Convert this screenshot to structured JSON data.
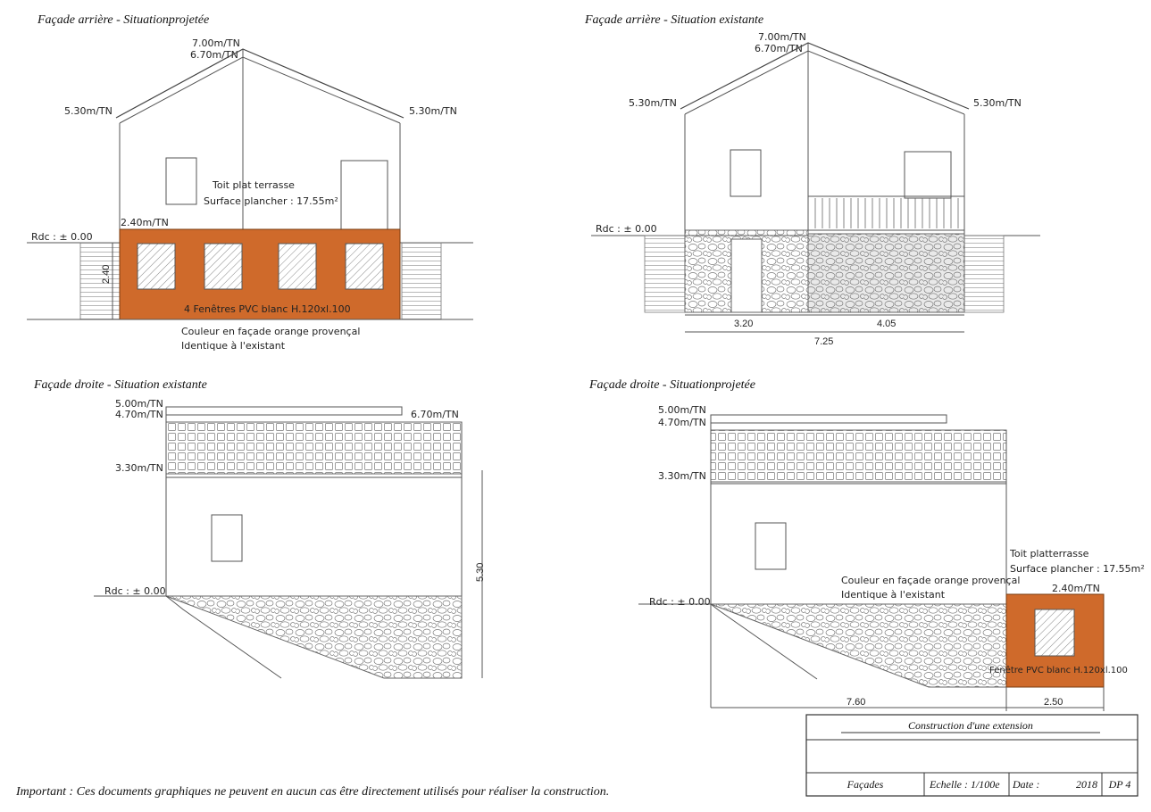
{
  "facade_arriere_projetee": {
    "title": "Façade arrière - Situationprojetée",
    "level_ridge": "7.00m/TN",
    "level_ridge2": "6.70m/TN",
    "level_left": "5.30m/TN",
    "level_right": "5.30m/TN",
    "level_extension": "2.40m/TN",
    "rdc": "Rdc : ± 0.00",
    "height_dim": "2.40",
    "roof_note_1": "Toit plat terrasse",
    "roof_note_2": "Surface plancher : 17.55m²",
    "windows_note": "4 Fenêtres PVC blanc H.120xl.100",
    "color_note_1": "Couleur en façade orange provençal",
    "color_note_2": "Identique à l'existant"
  },
  "facade_arriere_existante": {
    "title": "Façade arrière - Situation existante",
    "level_ridge": "7.00m/TN",
    "level_ridge2": "6.70m/TN",
    "level_left": "5.30m/TN",
    "level_right": "5.30m/TN",
    "rdc": "Rdc : ± 0.00",
    "dim_left": "3.20",
    "dim_right": "4.05",
    "dim_total": "7.25"
  },
  "facade_droite_existante": {
    "title": "Façade droite - Situation existante",
    "level_top": "5.00m/TN",
    "level_roof": "4.70m/TN",
    "level_right": "6.70m/TN",
    "level_mid": "3.30m/TN",
    "rdc": "Rdc : ± 0.00",
    "height_dim": "5.30"
  },
  "facade_droite_projetee": {
    "title": "Façade droite - Situationprojetée",
    "level_top": "5.00m/TN",
    "level_roof": "4.70m/TN",
    "level_mid": "3.30m/TN",
    "rdc": "Rdc : ± 0.00",
    "roof_note_1": "Toit platterrasse",
    "roof_note_2": "Surface plancher : 17.55m²",
    "level_extension": "2.40m/TN",
    "color_note_1": "Couleur en façade orange provençal",
    "color_note_2": "Identique à l'existant",
    "window_note": "Fenêtre PVC blanc H.120xl.100",
    "dim_left": "7.60",
    "dim_right": "2.50"
  },
  "title_block": {
    "project": "Construction d'une extension",
    "sheet": "Façades",
    "scale": "Echelle : 1/100e",
    "date_label": "Date :",
    "year": "2018",
    "number": "DP 4"
  },
  "footer_note": "Important : Ces documents graphiques ne peuvent en aucun cas être directement utilisés pour réaliser la construction.",
  "colors": {
    "facade_orange": "#cf6a2b"
  }
}
